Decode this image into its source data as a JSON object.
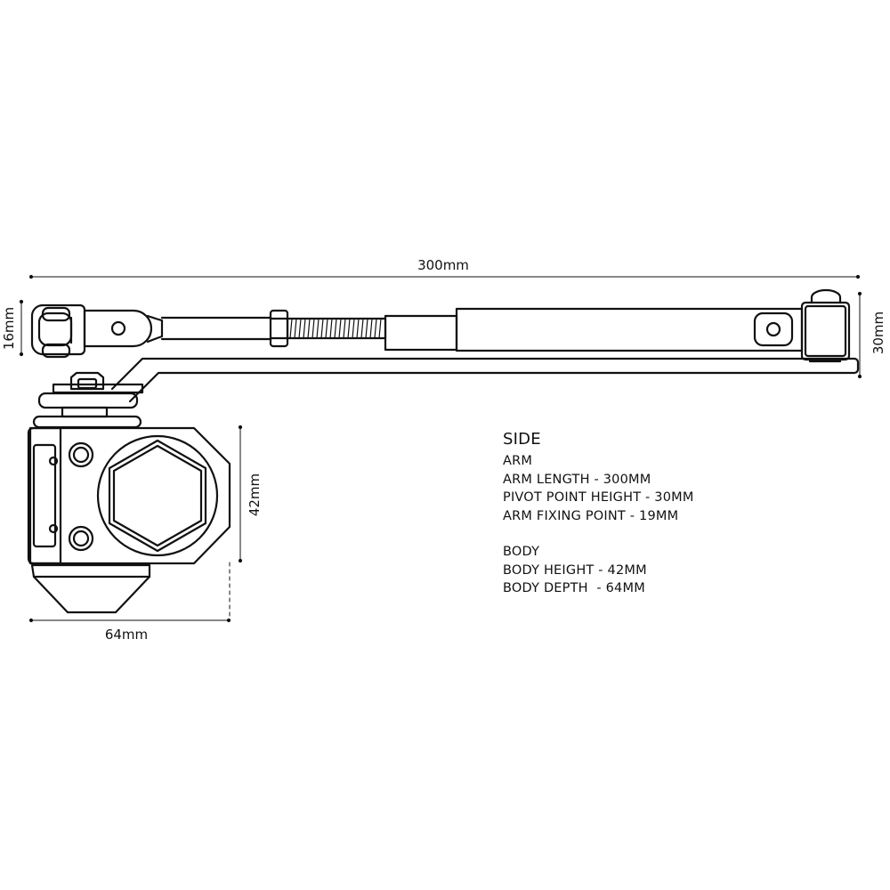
{
  "dimensions": {
    "arm_length": "300mm",
    "arm_fixing": "16mm",
    "pivot_height": "30mm",
    "body_height": "42mm",
    "body_depth": "64mm"
  },
  "specs": {
    "heading": "SIDE",
    "arm": {
      "title": "ARM",
      "lines": [
        "ARM LENGTH - 300MM",
        "PIVOT POINT HEIGHT - 30MM",
        "ARM FIXING POINT - 19MM"
      ]
    },
    "body": {
      "title": "BODY",
      "lines": [
        "BODY HEIGHT - 42MM",
        "BODY DEPTH  - 64MM"
      ]
    }
  }
}
